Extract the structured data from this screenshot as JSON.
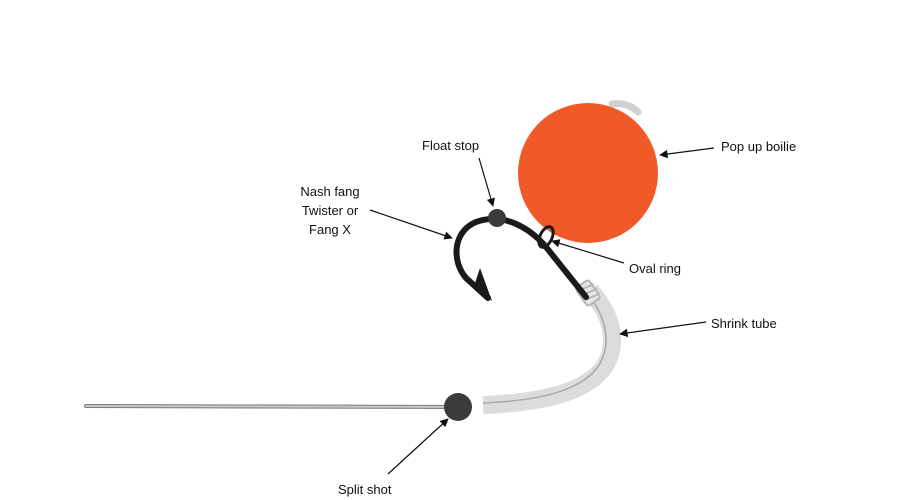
{
  "labels": {
    "float_stop": "Float stop",
    "hook_line1": "Nash fang",
    "hook_line2": "Twister or",
    "hook_line3": "Fang X",
    "boilie": "Pop up boilie",
    "oval_ring": "Oval ring",
    "shrink_tube": "Shrink tube",
    "split_shot": "Split shot"
  },
  "colors": {
    "boilie": "#f05a28",
    "hook": "#1a1a1a",
    "bead": "#3b3b3b",
    "tube": "#dcdcdc",
    "line": "#9a9a9a"
  }
}
